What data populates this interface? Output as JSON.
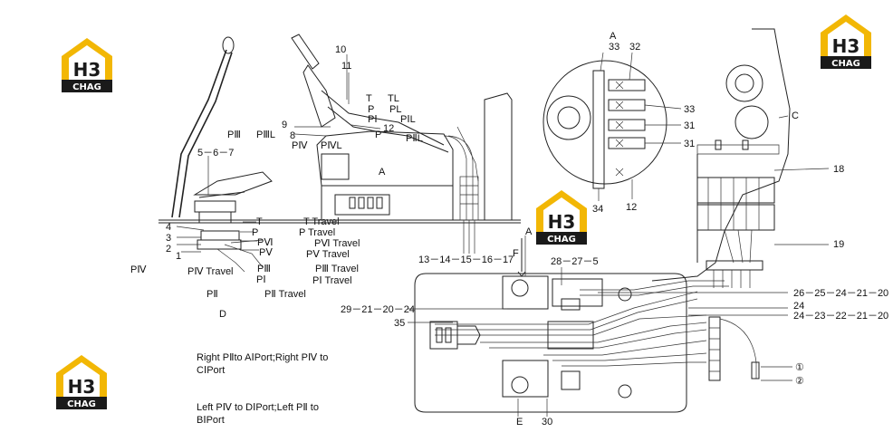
{
  "logo": {
    "brand": "H3",
    "sub": "CHAG",
    "color_gold": "#F2B705",
    "color_dark": "#1a1a1a"
  },
  "labels": {
    "l10": "10",
    "l11": "11",
    "lT": "T",
    "lTL": "TL",
    "lP": "P",
    "lPL": "PL",
    "lPI": "PⅠ",
    "lPIL": "PⅠL",
    "lPIII": "PⅢ",
    "lPIIIL": "PⅢL",
    "l9": "9",
    "l8": "8",
    "l12a": "12",
    "lPIIL": "PⅡL",
    "lPIV": "PⅣ",
    "lPIVL": "PⅣL",
    "lA1": "A",
    "l567": "5－6－7",
    "l4": "4",
    "l3": "3",
    "l2": "2",
    "l1": "1",
    "lT2": "T",
    "lP2": "P",
    "lPVI": "PⅥ",
    "lPV": "PⅤ",
    "lPIII2": "PⅢ",
    "lPI2": "PⅠ",
    "lTTravel": "T Travel",
    "lPTravel": "P Travel",
    "lPVITravel": "PⅥ Travel",
    "lPVTravel": "PⅤ Travel",
    "lPIIITravel": "PⅢ Travel",
    "lPITravel": "PⅠ Travel",
    "lPIVTravel": "PⅣ Travel",
    "lPIITravel": "PⅡ Travel",
    "lPIVleft": "PⅣ",
    "lPII": "PⅡ",
    "lD": "D",
    "lA2": "A",
    "l33a": "33",
    "l32": "32",
    "l33b": "33",
    "l31a": "31",
    "l31b": "31",
    "l34": "34",
    "l12b": "12",
    "lC": "C",
    "l18": "18",
    "l19": "19",
    "l1314": "13－14－15－16－17",
    "lA3": "A",
    "lF": "F",
    "l28275": "28－27－5",
    "l2625": "26－25－24－21－20",
    "l24": "24",
    "l2423": "24－23－22－21－20",
    "l2921": "29－21－20－24",
    "l35": "35",
    "lc1": "①",
    "lc2": "②",
    "lE": "E",
    "l30": "30"
  },
  "notes": {
    "right1": "Right PⅡto AⅠPort;Right PⅣ to",
    "right2": "CⅠPort",
    "left1": "Left PⅣ to DⅠPort;Left PⅡ to",
    "left2": "BⅠPort"
  }
}
